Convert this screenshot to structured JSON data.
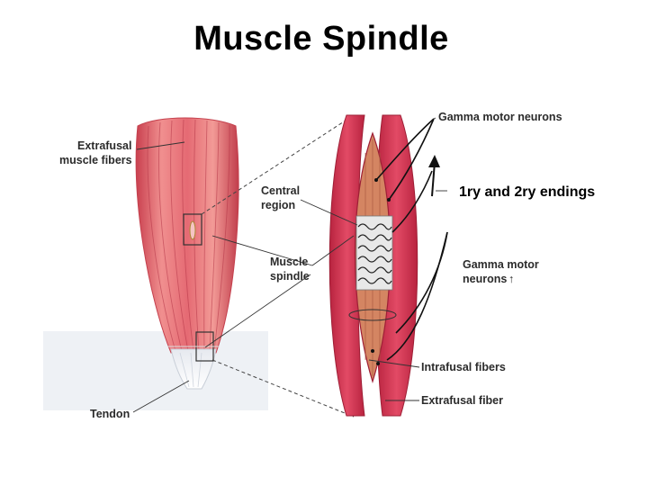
{
  "title": "Muscle Spindle",
  "labels": {
    "extrafusal_muscle_fibers": [
      "Extrafusal",
      "muscle fibers"
    ],
    "tendon": "Tendon",
    "central_region": [
      "Central",
      "region"
    ],
    "muscle_spindle": [
      "Muscle",
      "spindle"
    ],
    "gamma_motor_neurons_top": "Gamma motor neurons",
    "primary_secondary_endings": "1ry and 2ry endings",
    "gamma_motor_neurons_side": [
      "Gamma motor",
      "neurons"
    ],
    "neurons_suffix_mark": "↑",
    "intrafusal_fibers": "Intrafusal fibers",
    "extrafusal_fiber": "Extrafusal fiber"
  },
  "colors": {
    "muscle_red": "#d9525f",
    "muscle_light": "#f0a0a0",
    "spindle_capsule": "#c83a55",
    "intrafusal": "#d98a6a",
    "tendon": "#e8eef5"
  }
}
